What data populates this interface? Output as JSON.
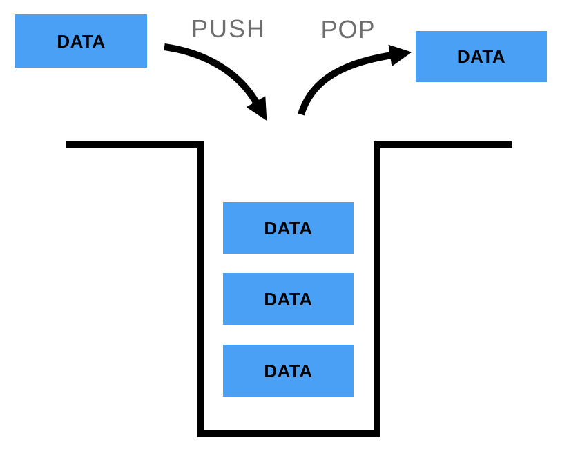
{
  "diagram": {
    "type": "stack-data-structure",
    "operations": {
      "push_label": "PUSH",
      "pop_label": "POP"
    },
    "push_box": {
      "label": "DATA"
    },
    "pop_box": {
      "label": "DATA"
    },
    "stack": {
      "items": [
        {
          "label": "DATA"
        },
        {
          "label": "DATA"
        },
        {
          "label": "DATA"
        }
      ]
    },
    "colors": {
      "box_fill": "#4AA0F5",
      "box_label": "#000000",
      "operation_label": "#6E6E6E",
      "container_stroke": "#000000",
      "arrow": "#000000",
      "background": "#FFFFFF"
    }
  }
}
